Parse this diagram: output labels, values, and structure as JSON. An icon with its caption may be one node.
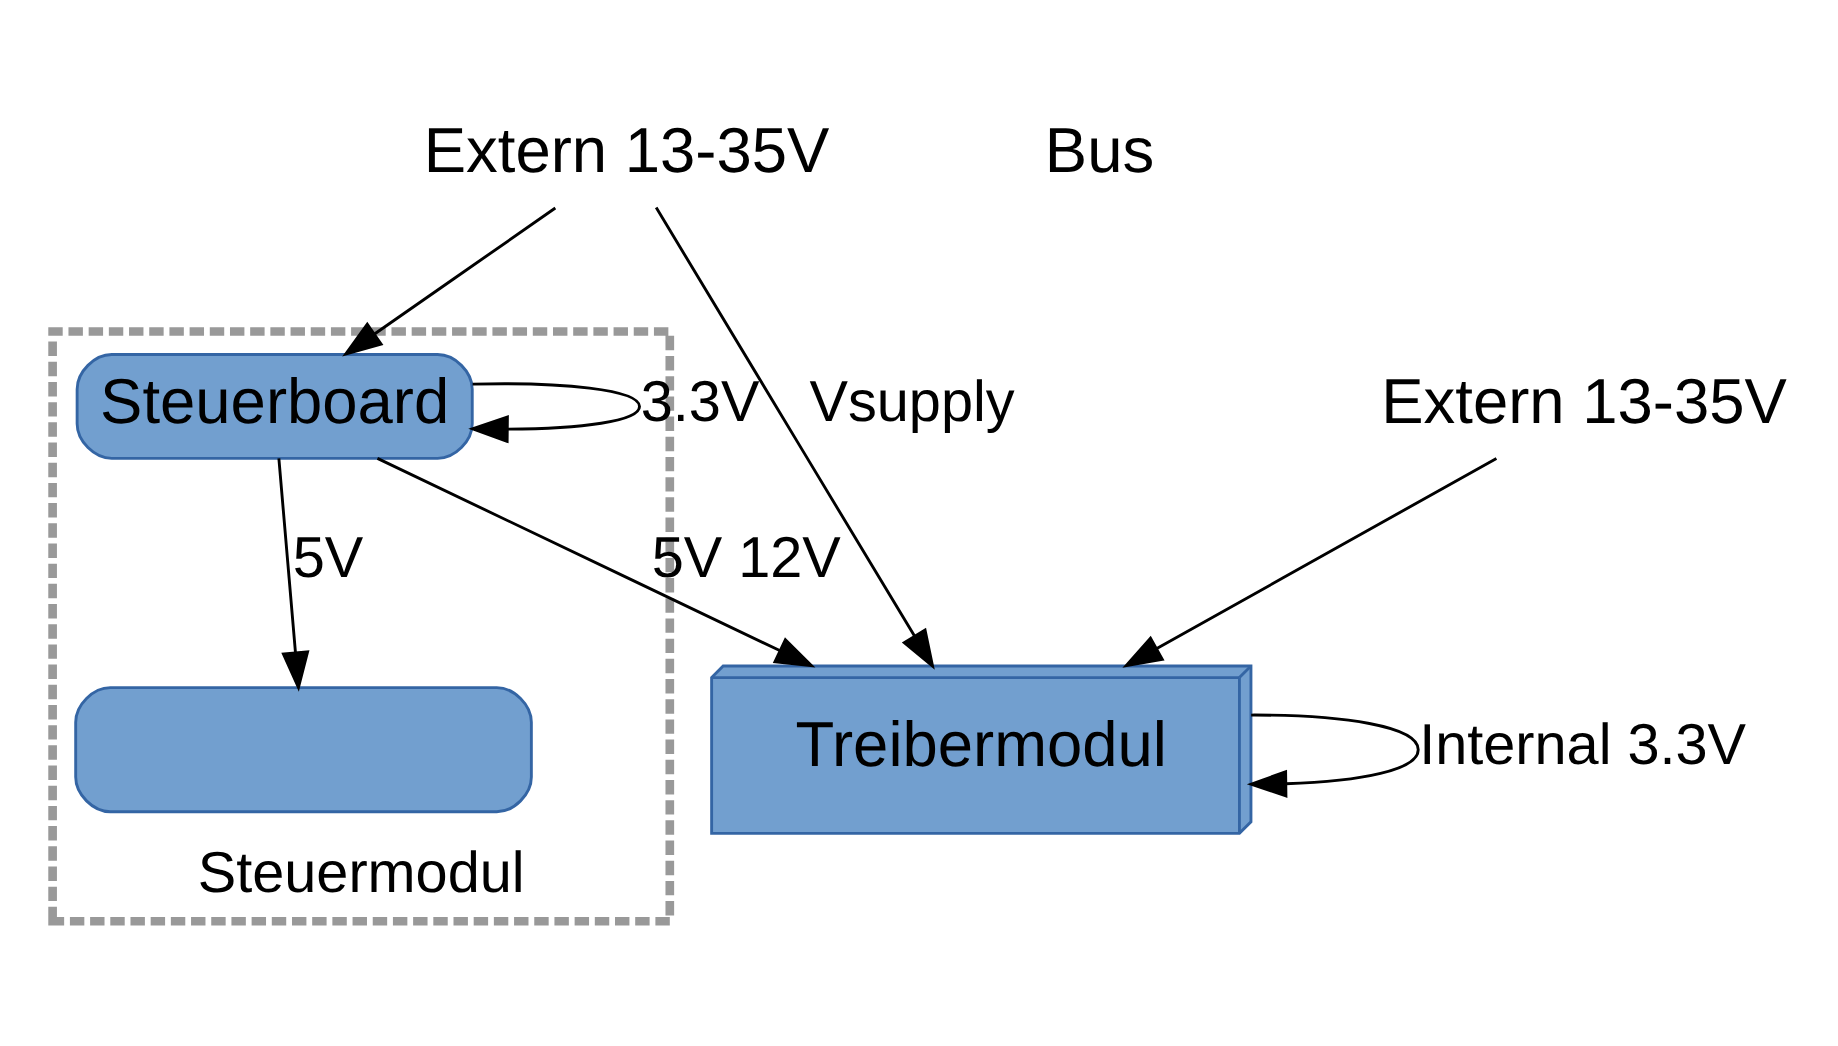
{
  "diagram": {
    "nodes": [
      {
        "text": [
          "Steuermodul"
        ]
      },
      {
        "text": [
          "Steuerboard"
        ],
        "in": 0
      },
      {
        "text": [],
        "shape": "box",
        "in": 0
      },
      {
        "text": [
          "Treibermodul"
        ]
      },
      {
        "text": [
          "Extern 13-35V"
        ]
      },
      {
        "text": [
          "Extern 13-35V"
        ]
      }
    ],
    "edges": [
      {
        "from": 4,
        "to": 1,
        "arrow": "to"
      },
      {
        "from": 4,
        "to": 3,
        "arrow": "to",
        "label": "Vsupply"
      },
      {
        "from": 5,
        "to": 3,
        "arrow": "to"
      },
      {
        "from": 1,
        "to": 3,
        "arrow": "to",
        "label": "5V 12V"
      },
      {
        "from": 1,
        "to": 2,
        "arrow": "to",
        "label": "5V"
      },
      {
        "from": 1,
        "to": 1,
        "arrow": "to",
        "label": "3.3V"
      },
      {
        "from": 3,
        "to": 3,
        "arrow": "to",
        "label": "Internal 3.3V"
      }
    ],
    "labels": [
      "Bus"
    ]
  }
}
